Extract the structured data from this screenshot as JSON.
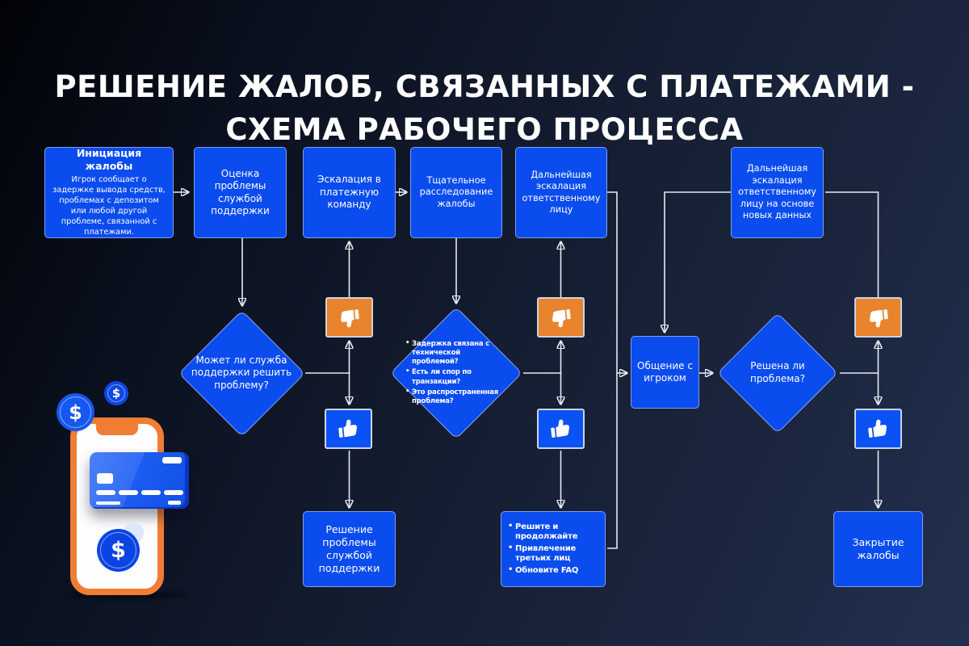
{
  "title": {
    "line1": "РЕШЕНИЕ ЖАЛОБ, СВЯЗАННЫХ С ПЛАТЕЖАМИ -",
    "line2": "СХЕМА РАБОЧЕГО ПРОЦЕССА"
  },
  "colors": {
    "background_navy": "#141c2f",
    "node_blue": "#0b4cee",
    "node_border": "#7d9df5",
    "thumb_up_blue": "#0b52f5",
    "thumb_down_orange": "#e8832e",
    "icon_box_border": "#ccd3e0",
    "connector_line": "#e6eaf1",
    "phone_orange": "#ef7d33",
    "card_blue": "#2563f0",
    "coin_blue": "#1154ee",
    "text_white": "#ffffff"
  },
  "nodes": {
    "initiation": {
      "title": "Инициация жалобы",
      "body": "Игрок сообщает о задержке вывода средств, проблемах с депозитом или любой другой проблеме, связанной с платежами."
    },
    "assessment": {
      "label": "Оценка проблемы службой поддержки"
    },
    "escalation_payment_team": {
      "label": "Эскалация в платежную команду"
    },
    "investigation": {
      "label": "Тщательное расследование жалобы"
    },
    "escalation_responsible": {
      "label": "Дальнейшая эскалация ответственному лицу"
    },
    "escalation_new_data": {
      "label": "Дальнейшая эскалация ответственному лицу на основе новых данных"
    },
    "decision_support_resolve": {
      "label": "Может ли служба поддержки решить проблему?"
    },
    "decision_checks": {
      "bullets": [
        "Задержка связана с технической проблемой?",
        "Есть ли спор по транзакции?",
        "Это распространенная проблема?"
      ]
    },
    "player_communication": {
      "label": "Общение с игроком"
    },
    "decision_resolved": {
      "label": "Решена ли проблема?"
    },
    "support_resolution": {
      "label": "Решение проблемы службой поддержки"
    },
    "resolution_actions": {
      "bullets": [
        "Решите и продолжайте",
        "Привлечение третьих лиц",
        "Обновите FAQ"
      ]
    },
    "closure": {
      "label": "Закрытие жалобы"
    }
  },
  "illustration": {
    "coin_symbol": "$"
  }
}
